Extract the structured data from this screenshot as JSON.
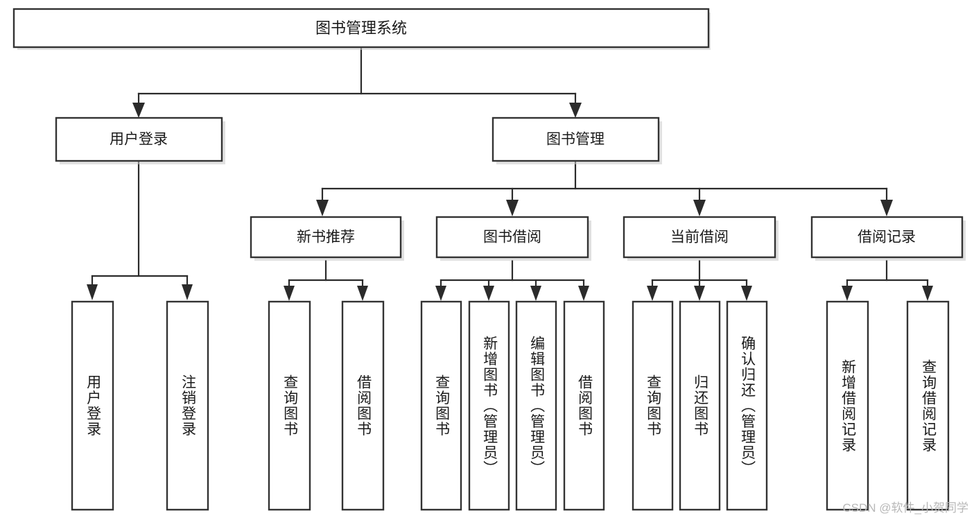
{
  "diagram": {
    "type": "tree",
    "title": "图书管理系统",
    "orientation": "top-down",
    "colors": {
      "box_stroke": "#333333",
      "box_fill": "#ffffff",
      "connector": "#2b2b2b",
      "text": "#1a1a1a",
      "watermark": "#b8b8b8",
      "background": "#ffffff"
    },
    "levels": {
      "root": "图书管理系统",
      "level2": [
        "用户登录",
        "图书管理"
      ],
      "level3": [
        "新书推荐",
        "图书借阅",
        "当前借阅",
        "借阅记录"
      ]
    },
    "nodes": {
      "root": {
        "label": "图书管理系统"
      },
      "user_login": {
        "label": "用户登录"
      },
      "book_manage": {
        "label": "图书管理"
      },
      "new_book_rec": {
        "label": "新书推荐"
      },
      "book_borrow": {
        "label": "图书借阅"
      },
      "current_borrow": {
        "label": "当前借阅"
      },
      "borrow_record": {
        "label": "借阅记录"
      }
    },
    "leaves": {
      "user_login": [
        {
          "label": "用户登录"
        },
        {
          "label": "注销登录"
        }
      ],
      "new_book_rec": [
        {
          "label": "查询图书"
        },
        {
          "label": "借阅图书"
        }
      ],
      "book_borrow": [
        {
          "label": "查询图书"
        },
        {
          "label": "新增图书（管理员）"
        },
        {
          "label": "编辑图书（管理员）"
        },
        {
          "label": "借阅图书"
        }
      ],
      "current_borrow": [
        {
          "label": "查询图书"
        },
        {
          "label": "归还图书"
        },
        {
          "label": "确认归还（管理员）"
        }
      ],
      "borrow_record": [
        {
          "label": "新增借阅记录"
        },
        {
          "label": "查询借阅记录"
        }
      ]
    },
    "watermark": "CSDN @软件_小贺同学"
  }
}
